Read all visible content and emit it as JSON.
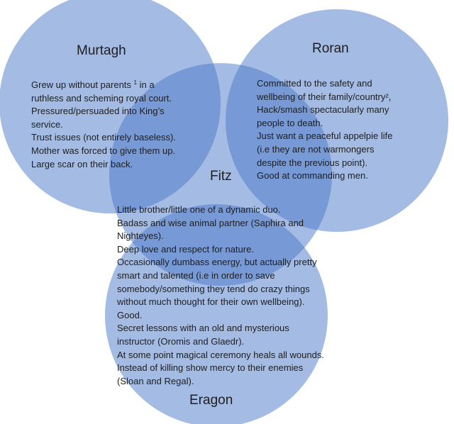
{
  "murtagh": {
    "title": "Murtagh",
    "lines": [
      "Grew up without parents",
      "1",
      " in a",
      "ruthless and scheming royal court.",
      "Pressured/persuaded into King’s",
      "service.",
      "Trust issues (not entirely baseless).",
      "Mother was forced to give them up.",
      "Large scar on their back."
    ]
  },
  "roran": {
    "title": "Roran",
    "lines": [
      "Committed to the safety and",
      "wellbeing of their family/country²,",
      "Hack/smash spectacularly  many",
      "people to death.",
      "Just want a peaceful appelpie life",
      "(i.e they are not warmongers",
      "despite the previous point).",
      "Good at commanding men."
    ]
  },
  "fitz": {
    "title": "Fitz"
  },
  "eragon": {
    "title": "Eragon",
    "lines": [
      "Little brother/little one of a dynamic duo.",
      "Badass and wise animal partner (Saphira and",
      "Nighteyes).",
      "Deep love and respect for nature.",
      "Occasionally dumbass energy, but actually pretty",
      "smart and talented (i.e in order to save",
      "somebody/something they tend do crazy  things",
      "without much thought for their own wellbeing).",
      "Good.",
      "Secret lessons with an old and mysterious",
      "instructor (Oromis and Glaedr).",
      "At some point magical ceremony heals all wounds.",
      "Instead of killing show mercy to their enemies",
      "(Sloan and Regal)."
    ]
  },
  "colors": {
    "circle_fill": "#4a78c8",
    "circle_opacity": "0.5"
  }
}
